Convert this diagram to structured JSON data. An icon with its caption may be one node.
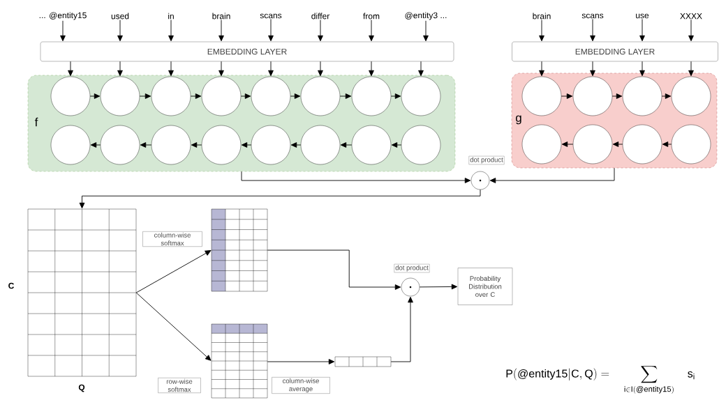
{
  "diagram": {
    "nodes": [
      {
        "text": [
          "... @entity15"
        ]
      },
      {
        "text": [
          "used"
        ]
      },
      {
        "text": [
          "in"
        ]
      },
      {
        "text": [
          "brain"
        ]
      },
      {
        "text": [
          "scans"
        ]
      },
      {
        "text": [
          "differ"
        ]
      },
      {
        "text": [
          "from"
        ]
      },
      {
        "text": [
          "@entity3 ..."
        ]
      },
      {
        "text": [
          "EMBEDDING LAYER"
        ]
      },
      {
        "text": [
          "brain"
        ]
      },
      {
        "text": [
          "scans"
        ]
      },
      {
        "text": [
          "use"
        ]
      },
      {
        "text": [
          "XXXX"
        ]
      },
      {
        "text": [
          "EMBEDDING LAYER"
        ]
      },
      {
        "text": [
          "f"
        ]
      },
      {
        "text": [],
        "shape": "circle",
        "in": 14
      },
      {
        "text": [],
        "shape": "circle",
        "in": 14
      },
      {
        "text": [],
        "shape": "circle",
        "in": 14
      },
      {
        "text": [],
        "shape": "circle",
        "in": 14
      },
      {
        "text": [],
        "shape": "circle",
        "in": 14
      },
      {
        "text": [],
        "shape": "circle",
        "in": 14
      },
      {
        "text": [],
        "shape": "circle",
        "in": 14
      },
      {
        "text": [],
        "shape": "circle",
        "in": 14
      },
      {
        "text": [],
        "shape": "circle",
        "in": 14
      },
      {
        "text": [],
        "shape": "circle",
        "in": 14
      },
      {
        "text": [],
        "shape": "circle",
        "in": 14
      },
      {
        "text": [],
        "shape": "circle",
        "in": 14
      },
      {
        "text": [],
        "shape": "circle",
        "in": 14
      },
      {
        "text": [],
        "shape": "circle",
        "in": 14
      },
      {
        "text": [],
        "shape": "circle",
        "in": 14
      },
      {
        "text": [],
        "shape": "circle",
        "in": 14
      },
      {
        "text": [
          "g"
        ]
      },
      {
        "text": [],
        "shape": "circle",
        "in": 31
      },
      {
        "text": [],
        "shape": "circle",
        "in": 31
      },
      {
        "text": [],
        "shape": "circle",
        "in": 31
      },
      {
        "text": [],
        "shape": "circle",
        "in": 31
      },
      {
        "text": [],
        "shape": "circle",
        "in": 31
      },
      {
        "text": [],
        "shape": "circle",
        "in": 31
      },
      {
        "text": [],
        "shape": "circle",
        "in": 31
      },
      {
        "text": [],
        "shape": "circle",
        "in": 31
      },
      {
        "text": [],
        "shape": "circle",
        "beside": [
          "dot product"
        ]
      },
      {
        "text": [],
        "shape": "grid",
        "beside": [
          "C",
          "Q"
        ]
      },
      {
        "text": [],
        "shape": "grid"
      },
      {
        "text": [],
        "shape": "grid"
      },
      {
        "text": [],
        "shape": "grid"
      },
      {
        "text": [],
        "shape": "circle",
        "beside": [
          "dot product"
        ]
      },
      {
        "text": [
          "Probability Distribution over C"
        ]
      }
    ],
    "edges": [
      {
        "from": 0,
        "to": 8,
        "arrow": "to"
      },
      {
        "from": 1,
        "to": 8,
        "arrow": "to"
      },
      {
        "from": 2,
        "to": 8,
        "arrow": "to"
      },
      {
        "from": 3,
        "to": 8,
        "arrow": "to"
      },
      {
        "from": 4,
        "to": 8,
        "arrow": "to"
      },
      {
        "from": 5,
        "to": 8,
        "arrow": "to"
      },
      {
        "from": 6,
        "to": 8,
        "arrow": "to"
      },
      {
        "from": 7,
        "to": 8,
        "arrow": "to"
      },
      {
        "from": 8,
        "to": 15,
        "arrow": "to"
      },
      {
        "from": 8,
        "to": 16,
        "arrow": "to"
      },
      {
        "from": 8,
        "to": 17,
        "arrow": "to"
      },
      {
        "from": 8,
        "to": 18,
        "arrow": "to"
      },
      {
        "from": 8,
        "to": 19,
        "arrow": "to"
      },
      {
        "from": 8,
        "to": 20,
        "arrow": "to"
      },
      {
        "from": 8,
        "to": 21,
        "arrow": "to"
      },
      {
        "from": 8,
        "to": 22,
        "arrow": "to"
      },
      {
        "from": 15,
        "to": 16,
        "arrow": "to"
      },
      {
        "from": 16,
        "to": 17,
        "arrow": "to"
      },
      {
        "from": 17,
        "to": 18,
        "arrow": "to"
      },
      {
        "from": 18,
        "to": 19,
        "arrow": "to"
      },
      {
        "from": 19,
        "to": 20,
        "arrow": "to"
      },
      {
        "from": 20,
        "to": 21,
        "arrow": "to"
      },
      {
        "from": 21,
        "to": 22,
        "arrow": "to"
      },
      {
        "from": 24,
        "to": 23,
        "arrow": "to"
      },
      {
        "from": 25,
        "to": 24,
        "arrow": "to"
      },
      {
        "from": 26,
        "to": 25,
        "arrow": "to"
      },
      {
        "from": 27,
        "to": 26,
        "arrow": "to"
      },
      {
        "from": 28,
        "to": 27,
        "arrow": "to"
      },
      {
        "from": 29,
        "to": 28,
        "arrow": "to"
      },
      {
        "from": 30,
        "to": 29,
        "arrow": "to"
      },
      {
        "from": 9,
        "to": 13,
        "arrow": "to"
      },
      {
        "from": 10,
        "to": 13,
        "arrow": "to"
      },
      {
        "from": 11,
        "to": 13,
        "arrow": "to"
      },
      {
        "from": 12,
        "to": 13,
        "arrow": "to"
      },
      {
        "from": 13,
        "to": 32,
        "arrow": "to"
      },
      {
        "from": 13,
        "to": 33,
        "arrow": "to"
      },
      {
        "from": 13,
        "to": 34,
        "arrow": "to"
      },
      {
        "from": 13,
        "to": 35,
        "arrow": "to"
      },
      {
        "from": 32,
        "to": 33,
        "arrow": "to"
      },
      {
        "from": 33,
        "to": 34,
        "arrow": "to"
      },
      {
        "from": 34,
        "to": 35,
        "arrow": "to"
      },
      {
        "from": 37,
        "to": 36,
        "arrow": "to"
      },
      {
        "from": 38,
        "to": 37,
        "arrow": "to"
      },
      {
        "from": 39,
        "to": 38,
        "arrow": "to"
      },
      {
        "from": 14,
        "to": 40,
        "arrow": "to"
      },
      {
        "from": 31,
        "to": 40,
        "arrow": "to"
      },
      {
        "from": 40,
        "to": 41,
        "arrow": "to"
      },
      {
        "from": 41,
        "to": 42,
        "arrow": "to",
        "label": "column-wise softmax"
      },
      {
        "from": 41,
        "to": 43,
        "arrow": "to",
        "label": "row-wise softmax"
      },
      {
        "from": 42,
        "to": 45,
        "arrow": "to"
      },
      {
        "from": 43,
        "to": 44,
        "arrow": "to",
        "label": "column-wise average"
      },
      {
        "from": 44,
        "to": 45,
        "arrow": "to"
      },
      {
        "from": 45,
        "to": 46,
        "arrow": "to"
      }
    ],
    "labels": [
      "\\mathrm{P}(\\mathrm{@entity15}|\\mathrm{C},\\mathrm{Q}) = \\quad \\sum_{\\mathrm{i} \\in \\mathrm{I}(\\mathrm{@entity15})} \\quad \\mathrm{s}_{\\mathrm{i}}"
    ]
  }
}
